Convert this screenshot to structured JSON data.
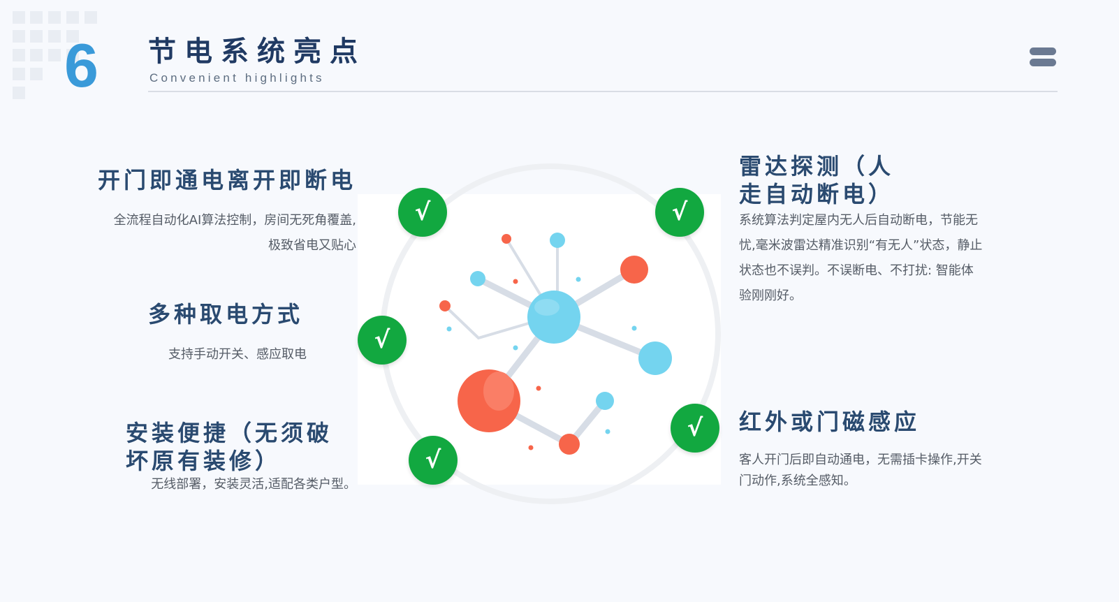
{
  "header": {
    "section_number": "6",
    "title": "节电系统亮点",
    "subtitle": "Convenient highlights"
  },
  "features": {
    "left": [
      {
        "title": "开门即通电离开即断电",
        "desc": "全流程自动化AI算法控制，房间无死角覆盖,极致省电又贴心"
      },
      {
        "title": "多种取电方式",
        "desc": "支持手动开关、感应取电"
      },
      {
        "title": "安装便捷（无须破坏原有装修）",
        "desc": "无线部署，安装灵活,适配各类户型。"
      }
    ],
    "right": [
      {
        "title": "雷达探测（人走自动断电）",
        "desc": "系统算法判定屋内无人后自动断电，节能无忧,毫米波雷达精准识别“有无人”状态，静止状态也不误判。不误断电、不打扰: 智能体验刚刚好。"
      },
      {
        "title": "红外或门磁感应",
        "desc": "客人开门后即自动通电，无需插卡操作,开关门动作,系统全感知。"
      }
    ]
  },
  "badges": {
    "check_symbol": "√",
    "color": "#12a840"
  },
  "colors": {
    "accent": "#3a9ad9",
    "title": "#2a4a70",
    "node_blue": "#74d4ef",
    "node_red": "#f7654a"
  },
  "icons": {
    "menu": "menu-icon",
    "check": "check-icon",
    "molecule": "molecule-illustration"
  }
}
